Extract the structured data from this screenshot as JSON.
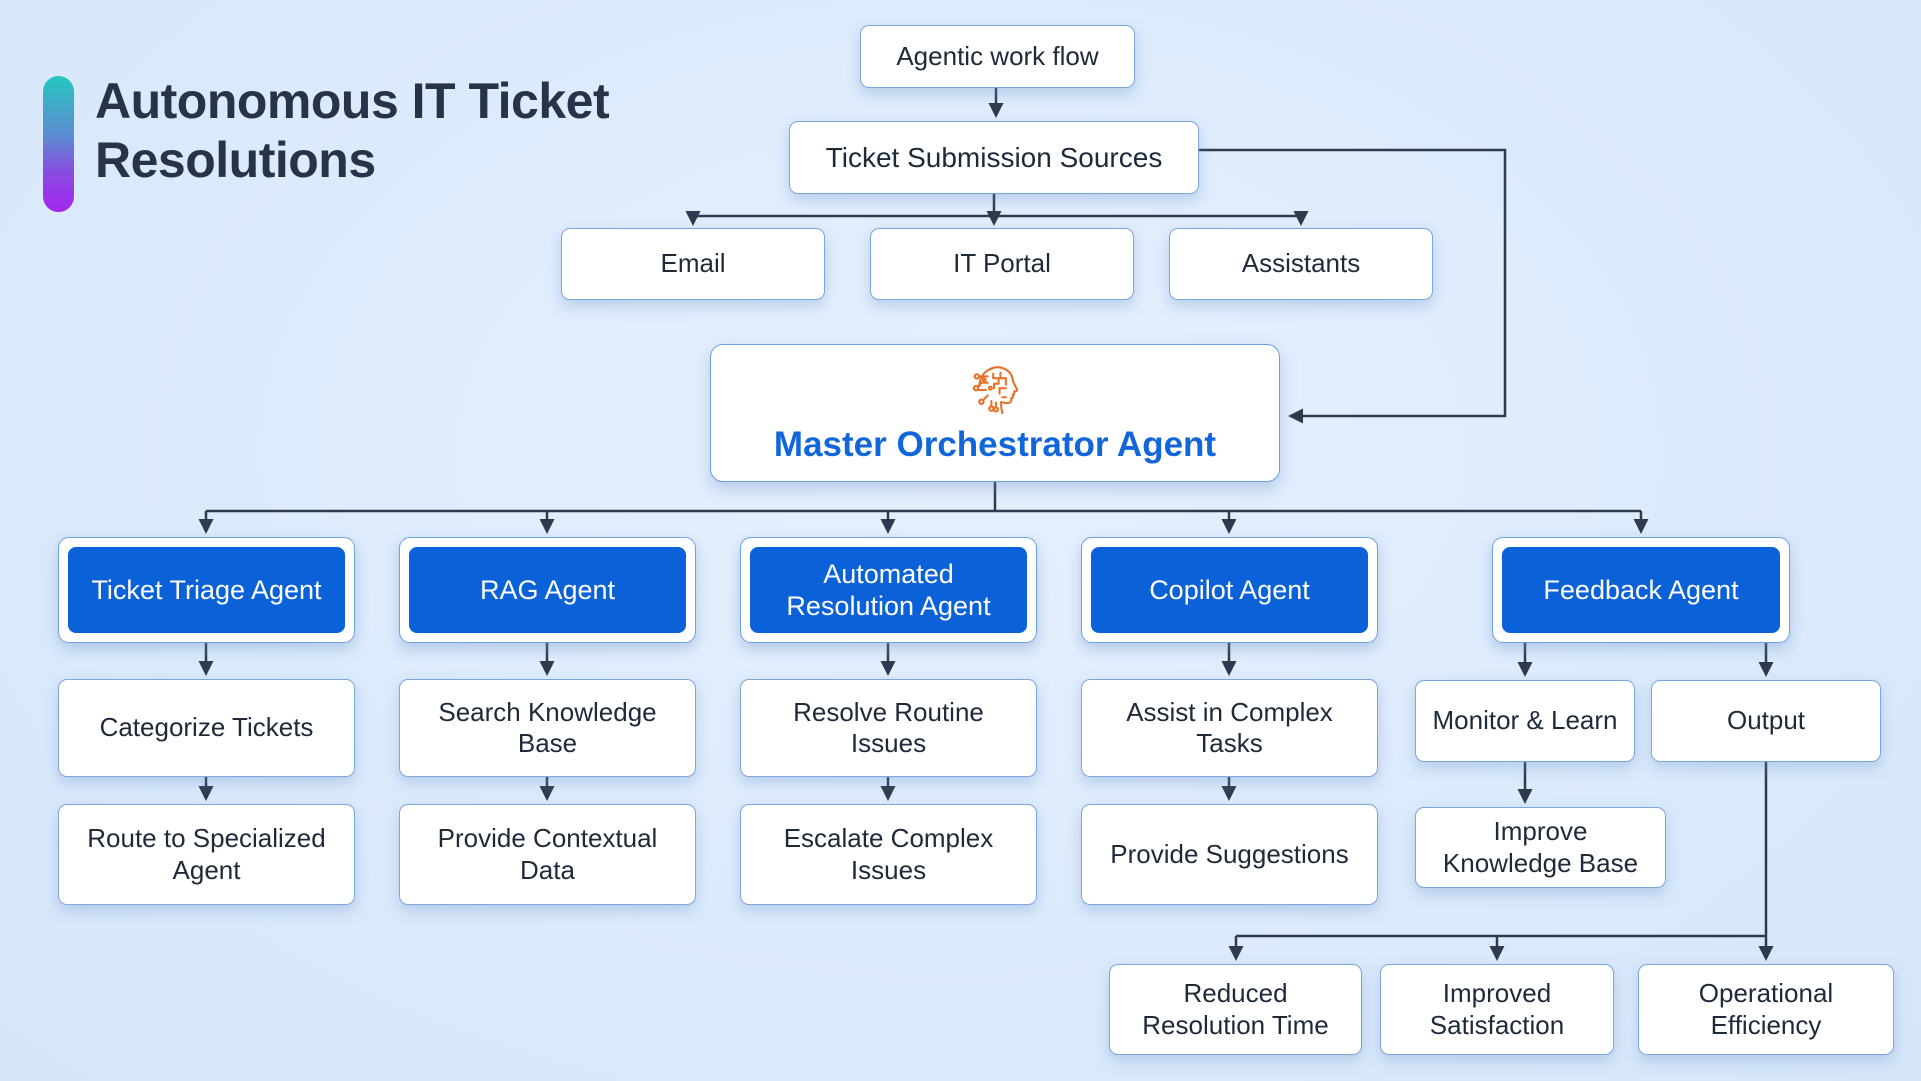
{
  "header": {
    "title_line1": "Autonomous IT Ticket",
    "title_line2": "Resolutions"
  },
  "workflow": {
    "agentic": "Agentic work flow",
    "submission": "Ticket Submission Sources",
    "channels": [
      "Email",
      "IT Portal",
      "Assistants"
    ],
    "master": "Master Orchestrator Agent",
    "master_icon": "ai-head-circuit-icon"
  },
  "agents": [
    {
      "label": "Ticket Triage Agent",
      "steps": [
        "Categorize Tickets",
        "Route to Specialized Agent"
      ]
    },
    {
      "label": "RAG Agent",
      "steps": [
        "Search Knowledge Base",
        "Provide Contextual Data"
      ]
    },
    {
      "label": "Automated Resolution Agent",
      "steps": [
        "Resolve Routine Issues",
        "Escalate Complex Issues"
      ]
    },
    {
      "label": "Copilot Agent",
      "steps": [
        "Assist in Complex Tasks",
        "Provide Suggestions"
      ]
    },
    {
      "label": "Feedback Agent",
      "steps": [
        "Monitor & Learn",
        "Improve Knowledge Base"
      ]
    }
  ],
  "feedback_branch": {
    "output": "Output"
  },
  "results": [
    "Reduced Resolution Time",
    "Improved Satisfaction",
    "Operational Efficiency"
  ],
  "colors": {
    "background": "#dcebfc",
    "agent_blue": "#0b61d8",
    "master_text_blue": "#1266db",
    "connector_line": "#2e3b4e",
    "box_border": "#7ba7dd",
    "title_text": "#273349",
    "icon_orange": "#e8702a",
    "accent_gradient_top": "#26c6c0",
    "accent_gradient_bottom": "#a526f0"
  }
}
